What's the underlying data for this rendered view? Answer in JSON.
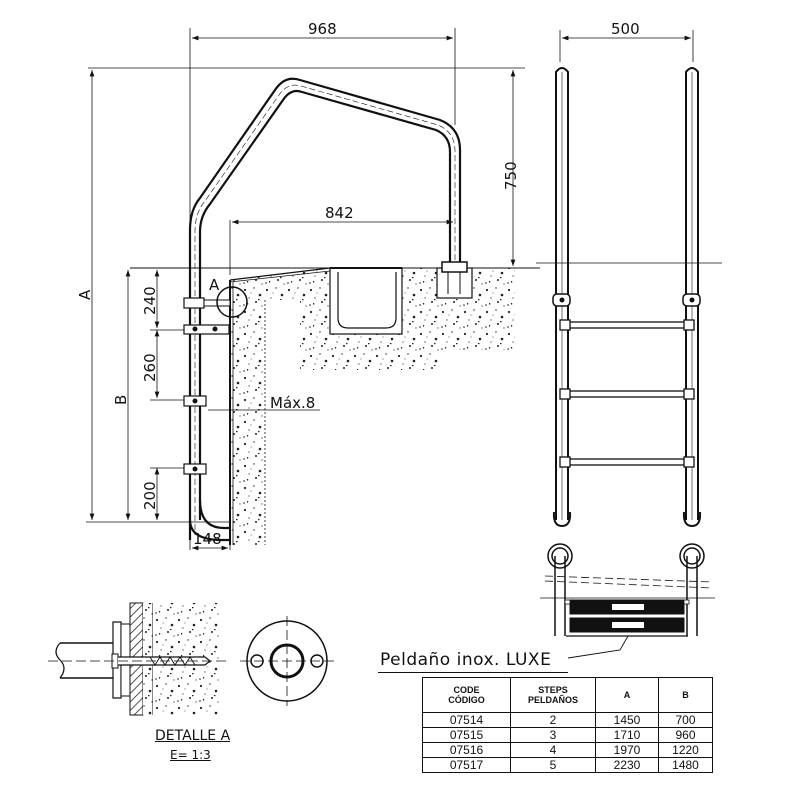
{
  "drawing": {
    "title": "Pool ladder technical drawing",
    "side_view": {
      "dim_top_width": "968",
      "dim_handrail_height": "750",
      "dim_reach": "842",
      "dim_total_label": "A",
      "dim_submerged_label": "B",
      "dim_first_anchor": "240",
      "dim_step_spacing": "260",
      "dim_bottom": "200",
      "dim_wall_offset": "148",
      "wall_gap_label": "Máx.8",
      "detail_marker": "A"
    },
    "front_view": {
      "dim_width": "500"
    },
    "step_label": "Peldaño inox. LUXE",
    "detail": {
      "title": "DETALLE A",
      "scale": "E= 1:3"
    }
  },
  "table": {
    "headers": [
      {
        "line1": "CODE",
        "line2": "CÓDIGO"
      },
      {
        "line1": "STEPS",
        "line2": "PELDAÑOS"
      },
      {
        "line1": "A",
        "line2": ""
      },
      {
        "line1": "B",
        "line2": ""
      }
    ],
    "rows": [
      [
        "07514",
        "2",
        "1450",
        "700"
      ],
      [
        "07515",
        "3",
        "1710",
        "960"
      ],
      [
        "07516",
        "4",
        "1970",
        "1220"
      ],
      [
        "07517",
        "5",
        "2230",
        "1480"
      ]
    ]
  },
  "colors": {
    "line": "#111111",
    "background": "#ffffff",
    "concrete_speckle": "#222222"
  }
}
